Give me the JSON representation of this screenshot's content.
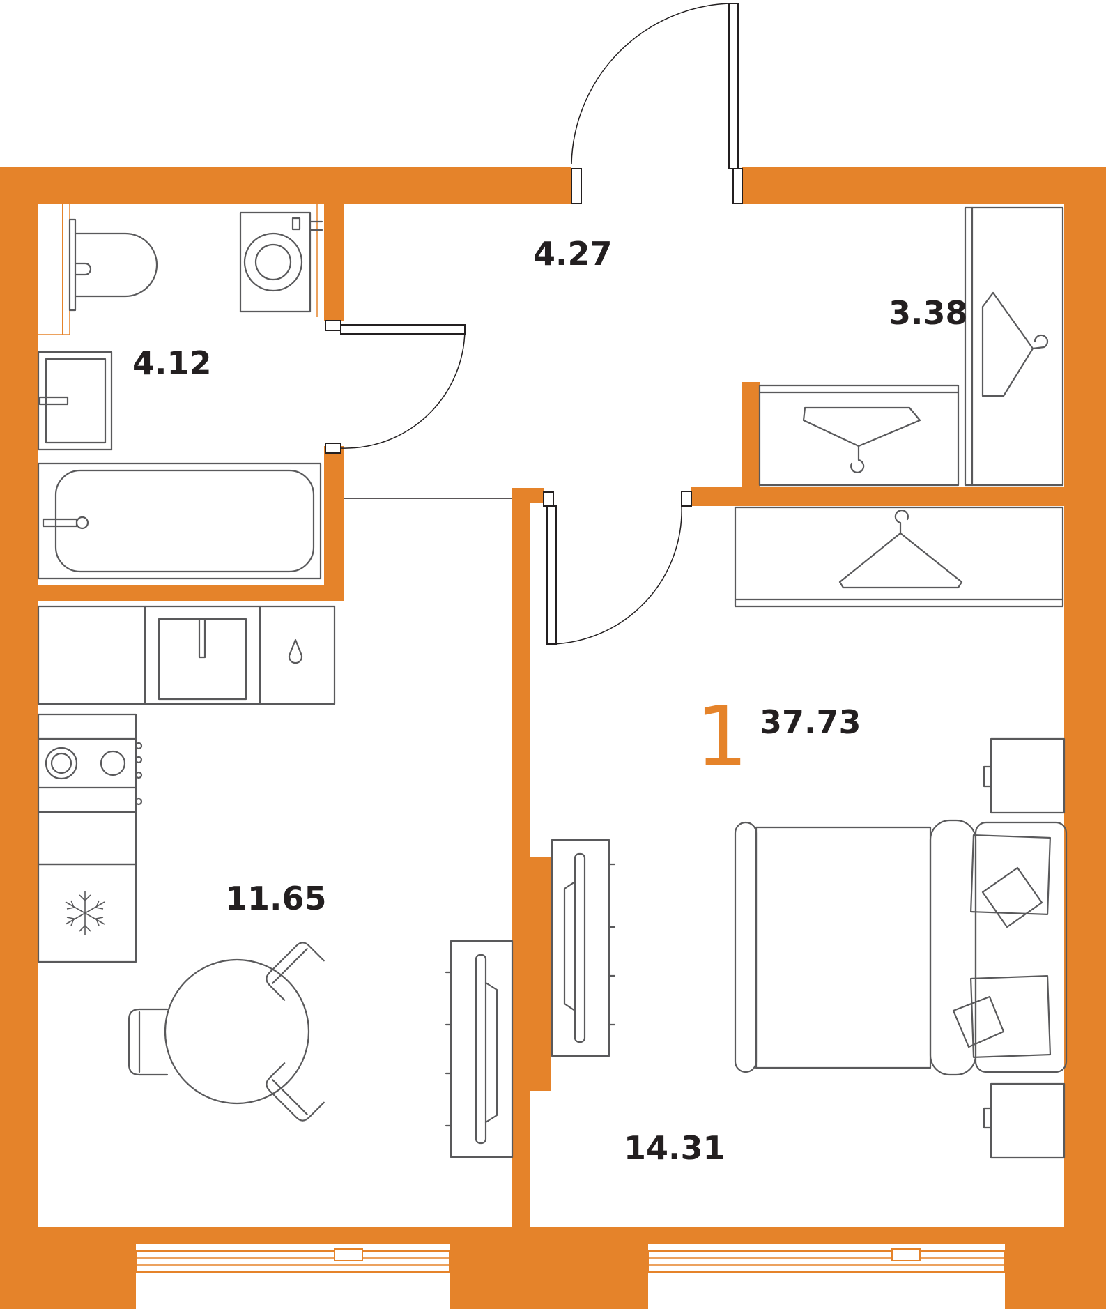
{
  "plan": {
    "rooms_count": "1",
    "total_area": "37.73",
    "rooms": [
      {
        "id": "hallway",
        "area": "4.27"
      },
      {
        "id": "bathroom",
        "area": "4.12"
      },
      {
        "id": "wardrobe",
        "area": "3.38"
      },
      {
        "id": "kitchen",
        "area": "11.65"
      },
      {
        "id": "bedroom",
        "area": "14.31"
      }
    ],
    "colors": {
      "wall": "#E5832A",
      "furniture": "#59595B",
      "text": "#231F20"
    }
  }
}
